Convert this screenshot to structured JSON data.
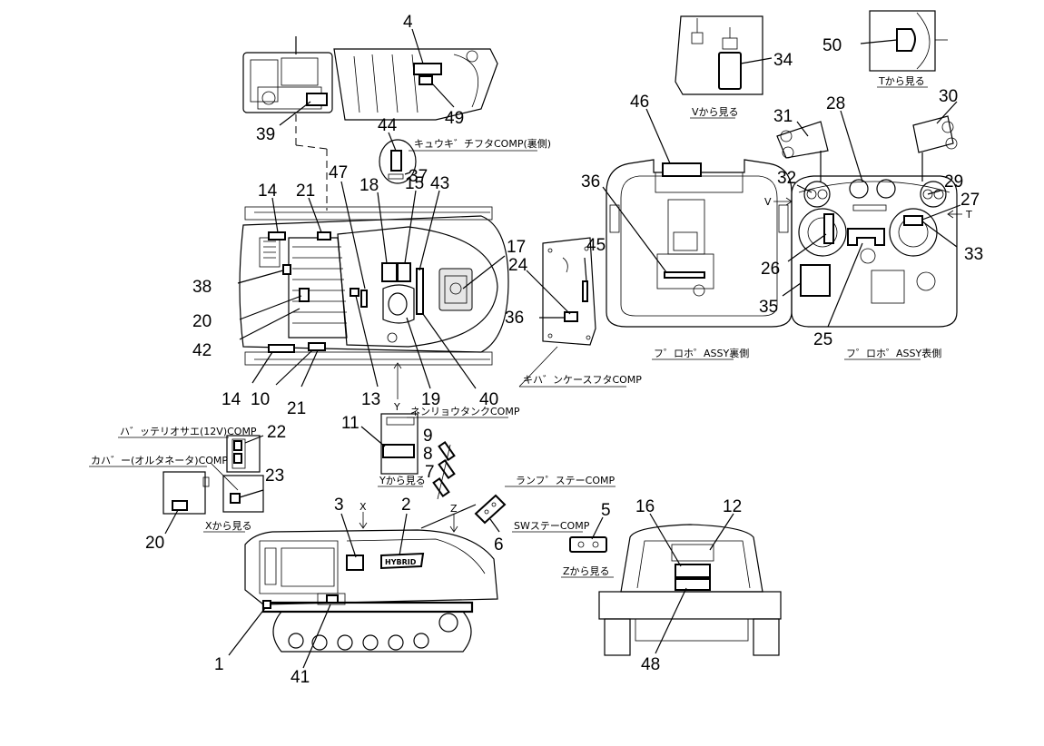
{
  "callouts": [
    {
      "id": "c1",
      "text": "1"
    },
    {
      "id": "c2",
      "text": "2"
    },
    {
      "id": "c3",
      "text": "3"
    },
    {
      "id": "c4",
      "text": "4"
    },
    {
      "id": "c5",
      "text": "5"
    },
    {
      "id": "c6",
      "text": "6"
    },
    {
      "id": "c7",
      "text": "7"
    },
    {
      "id": "c8",
      "text": "8"
    },
    {
      "id": "c9",
      "text": "9"
    },
    {
      "id": "c10",
      "text": "10"
    },
    {
      "id": "c11",
      "text": "11"
    },
    {
      "id": "c12",
      "text": "12"
    },
    {
      "id": "c13",
      "text": "13"
    },
    {
      "id": "c14a",
      "text": "14"
    },
    {
      "id": "c14b",
      "text": "14"
    },
    {
      "id": "c15",
      "text": "15"
    },
    {
      "id": "c16",
      "text": "16"
    },
    {
      "id": "c17",
      "text": "17"
    },
    {
      "id": "c18",
      "text": "18"
    },
    {
      "id": "c19",
      "text": "19"
    },
    {
      "id": "c20a",
      "text": "20"
    },
    {
      "id": "c20b",
      "text": "20"
    },
    {
      "id": "c21a",
      "text": "21"
    },
    {
      "id": "c21b",
      "text": "21"
    },
    {
      "id": "c22",
      "text": "22"
    },
    {
      "id": "c23",
      "text": "23"
    },
    {
      "id": "c24",
      "text": "24"
    },
    {
      "id": "c25",
      "text": "25"
    },
    {
      "id": "c26",
      "text": "26"
    },
    {
      "id": "c27",
      "text": "27"
    },
    {
      "id": "c28",
      "text": "28"
    },
    {
      "id": "c29",
      "text": "29"
    },
    {
      "id": "c30",
      "text": "30"
    },
    {
      "id": "c31",
      "text": "31"
    },
    {
      "id": "c32",
      "text": "32"
    },
    {
      "id": "c33",
      "text": "33"
    },
    {
      "id": "c34",
      "text": "34"
    },
    {
      "id": "c35",
      "text": "35"
    },
    {
      "id": "c36a",
      "text": "36"
    },
    {
      "id": "c36b",
      "text": "36"
    },
    {
      "id": "c37",
      "text": "37"
    },
    {
      "id": "c38",
      "text": "38"
    },
    {
      "id": "c39",
      "text": "39"
    },
    {
      "id": "c40",
      "text": "40"
    },
    {
      "id": "c41",
      "text": "41"
    },
    {
      "id": "c42",
      "text": "42"
    },
    {
      "id": "c43",
      "text": "43"
    },
    {
      "id": "c44",
      "text": "44"
    },
    {
      "id": "c45",
      "text": "45"
    },
    {
      "id": "c46",
      "text": "46"
    },
    {
      "id": "c47",
      "text": "47"
    },
    {
      "id": "c48",
      "text": "48"
    },
    {
      "id": "c49",
      "text": "49"
    },
    {
      "id": "c50",
      "text": "50"
    }
  ],
  "captions": {
    "v_view": "Vから見る",
    "t_view": "Tから見る",
    "y_view": "Yから見る",
    "x_view": "Xから見る",
    "z_view": "Zから見る",
    "kyuugi_cover": "キュウキ゛チフタCOMP(裏側)",
    "kiban_case": "キハ゛ンケースフタCOMP",
    "propo_back": "フ゜ロホ゜ASSY裏側",
    "propo_front": "フ゜ロホ゜ASSY表側",
    "fuel_tank": "ネンリョウタンクCOMP",
    "battery_holder": "ハ゛ッテリオサエ(12V)COMP",
    "alternator_cover": "カハ゛ー(オルタネータ)COMP",
    "lamp_stay": "ランフ゜ステーCOMP",
    "sw_stay": "SWステーCOMP",
    "brand": "HYBRID"
  },
  "view_markers": {
    "v": "V",
    "t": "T",
    "y": "Y",
    "x": "X",
    "z": "Z"
  }
}
